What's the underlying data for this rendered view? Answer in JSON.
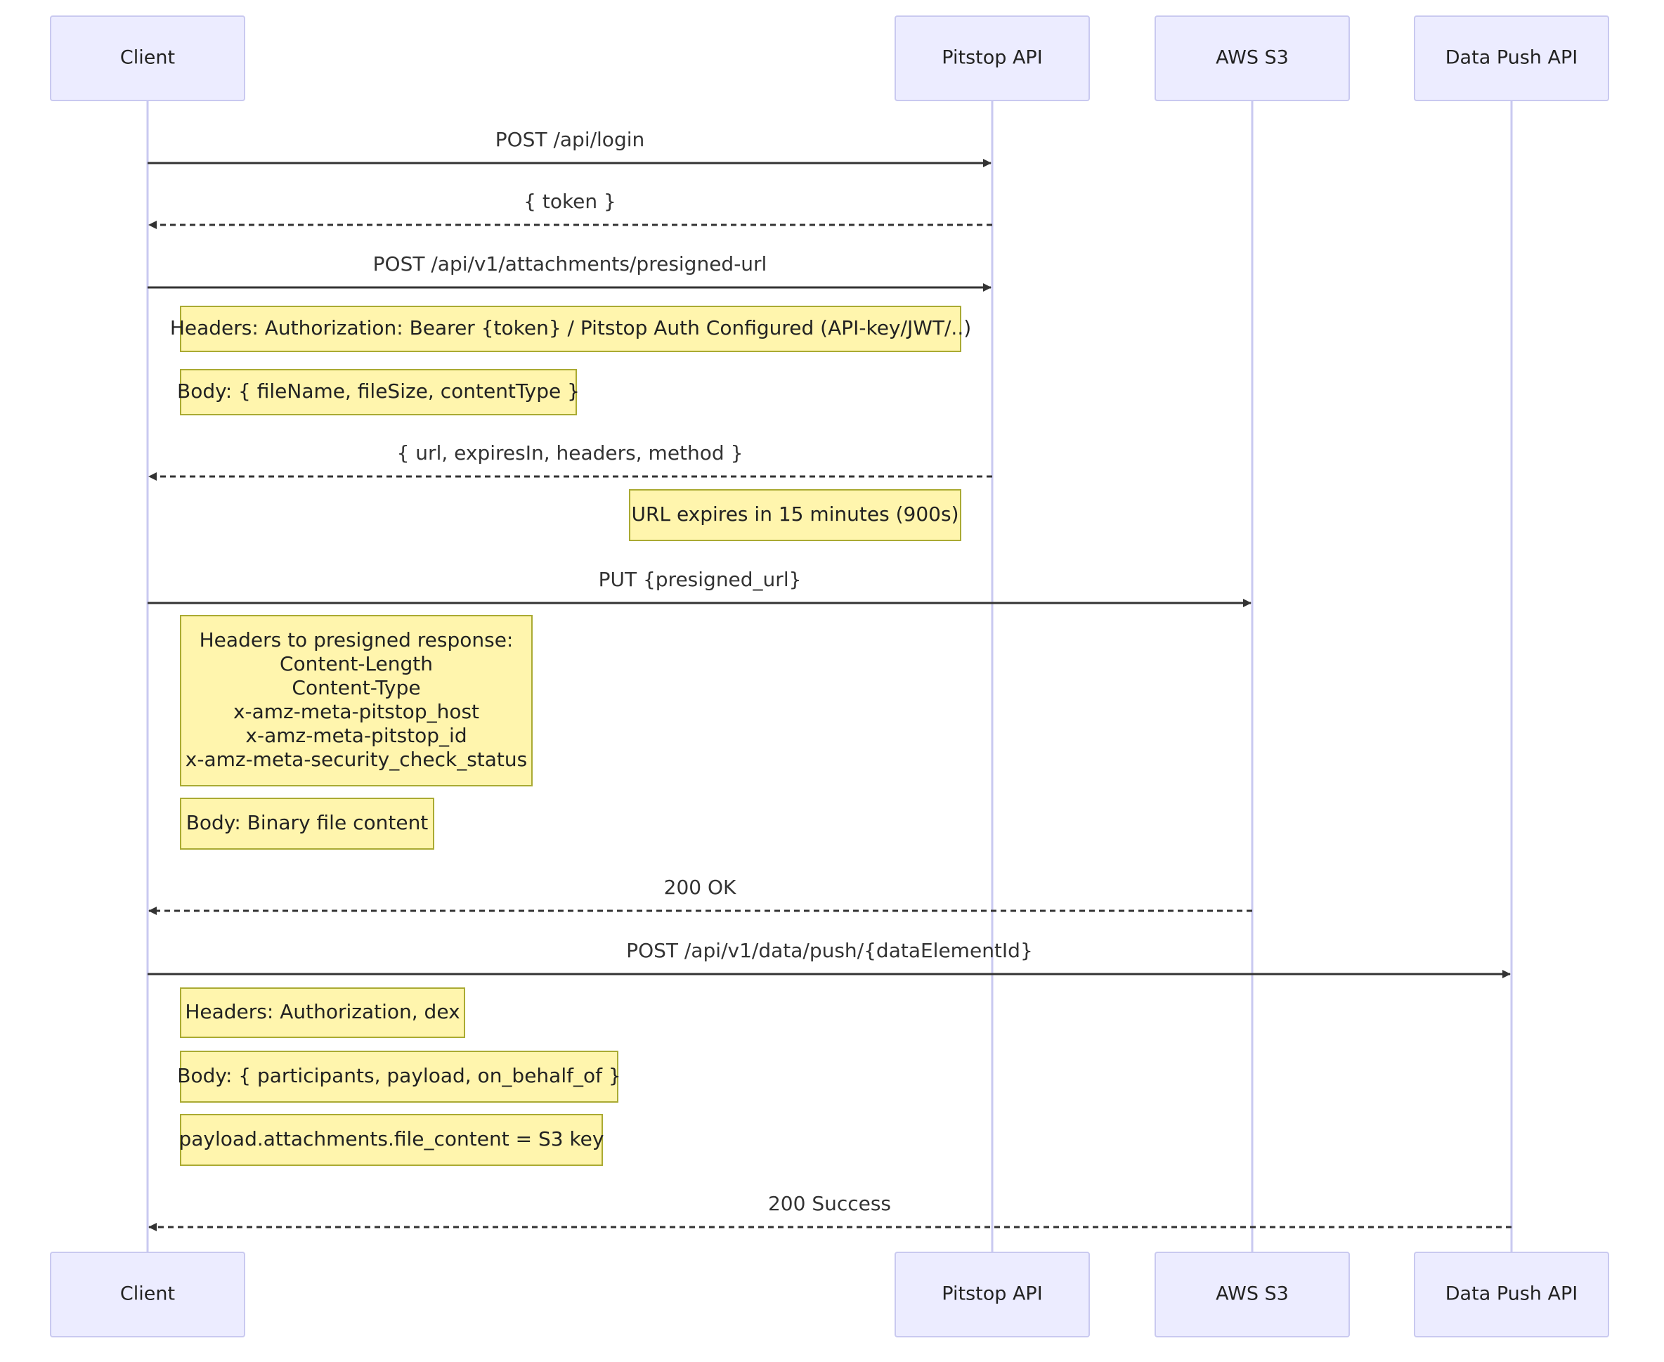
{
  "participants": [
    {
      "id": "client",
      "label": "Client"
    },
    {
      "id": "pitstop",
      "label": "Pitstop API"
    },
    {
      "id": "s3",
      "label": "AWS S3"
    },
    {
      "id": "datapush",
      "label": "Data Push API"
    }
  ],
  "messages": [
    {
      "from": "client",
      "to": "pitstop",
      "label": "POST /api/login",
      "style": "solid"
    },
    {
      "from": "pitstop",
      "to": "client",
      "label": "{ token }",
      "style": "dashed"
    },
    {
      "from": "client",
      "to": "pitstop",
      "label": "POST /api/v1/attachments/presigned-url",
      "style": "solid"
    },
    {
      "from": "pitstop",
      "to": "client",
      "label": "{ url, expiresIn, headers, method }",
      "style": "dashed"
    },
    {
      "from": "client",
      "to": "s3",
      "label": "PUT {presigned_url}",
      "style": "solid"
    },
    {
      "from": "s3",
      "to": "client",
      "label": "200 OK",
      "style": "dashed"
    },
    {
      "from": "client",
      "to": "datapush",
      "label": "POST /api/v1/data/push/{dataElementId}",
      "style": "solid"
    },
    {
      "from": "datapush",
      "to": "client",
      "label": "200 Success",
      "style": "dashed"
    }
  ],
  "notes": [
    {
      "lines": [
        "Headers: Authorization: Bearer {token} / Pitstop Auth Configured (API-key/JWT/..)"
      ]
    },
    {
      "lines": [
        "Body: { fileName, fileSize, contentType }"
      ]
    },
    {
      "lines": [
        "URL expires in 15 minutes (900s)"
      ]
    },
    {
      "lines": [
        "Headers to presigned response:",
        "Content-Length",
        "Content-Type",
        "x-amz-meta-pitstop_host",
        "x-amz-meta-pitstop_id",
        "x-amz-meta-security_check_status"
      ]
    },
    {
      "lines": [
        "Body: Binary file content"
      ]
    },
    {
      "lines": [
        "Headers: Authorization, dex"
      ]
    },
    {
      "lines": [
        "Body: { participants, payload, on_behalf_of }"
      ]
    },
    {
      "lines": [
        "payload.attachments.file_content = S3 key"
      ]
    }
  ]
}
